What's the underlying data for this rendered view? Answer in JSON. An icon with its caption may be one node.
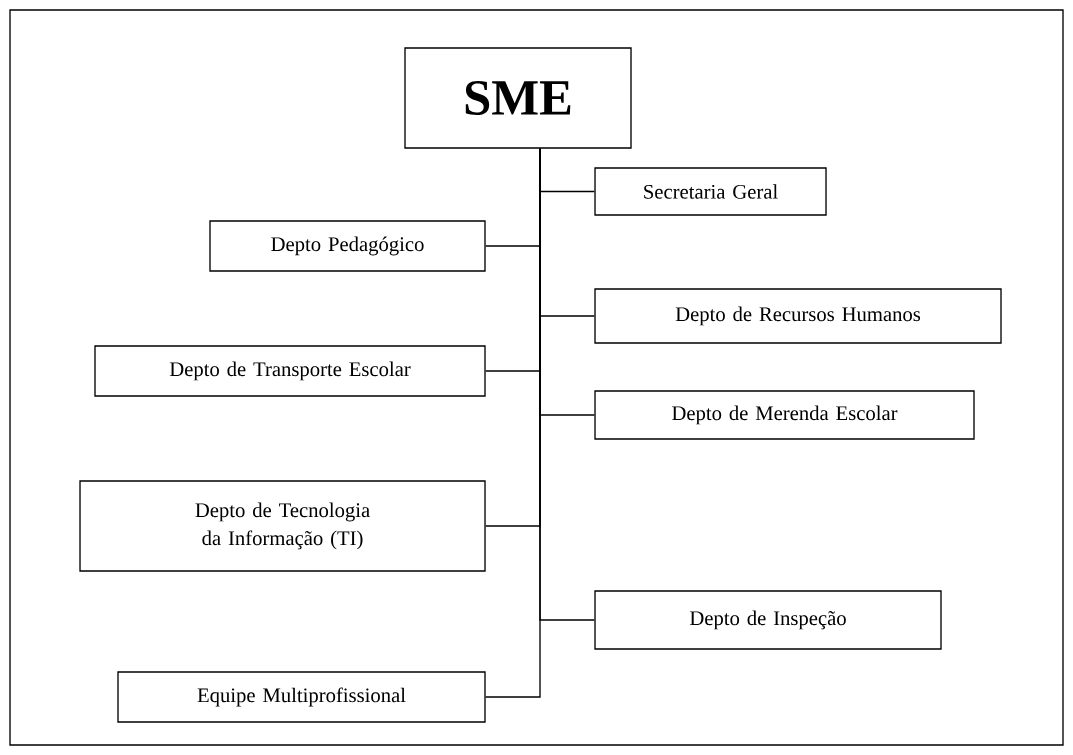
{
  "diagram": {
    "nodes": [
      {
        "text": [
          "SME"
        ]
      },
      {
        "text": [
          "Secretaria Geral"
        ]
      },
      {
        "text": [
          "Depto Pedagógico"
        ]
      },
      {
        "text": [
          "Depto de Recursos Humanos"
        ]
      },
      {
        "text": [
          "Depto de Transporte Escolar"
        ]
      },
      {
        "text": [
          "Depto de Merenda Escolar"
        ]
      },
      {
        "text": [
          "Depto de Tecnologia da Informação (TI)"
        ]
      },
      {
        "text": [
          "Depto de Inspeção"
        ]
      },
      {
        "text": [
          "Equipe Multiprofissional"
        ]
      }
    ],
    "edges": [
      {
        "from": 0,
        "to": 1,
        "arrow": "none"
      },
      {
        "from": 0,
        "to": 2,
        "arrow": "none"
      },
      {
        "from": 0,
        "to": 3,
        "arrow": "none"
      },
      {
        "from": 0,
        "to": 4,
        "arrow": "none"
      },
      {
        "from": 0,
        "to": 5,
        "arrow": "none"
      },
      {
        "from": 0,
        "to": 6,
        "arrow": "none"
      },
      {
        "from": 0,
        "to": 7,
        "arrow": "none"
      },
      {
        "from": 0,
        "to": 8,
        "arrow": "none"
      }
    ]
  }
}
